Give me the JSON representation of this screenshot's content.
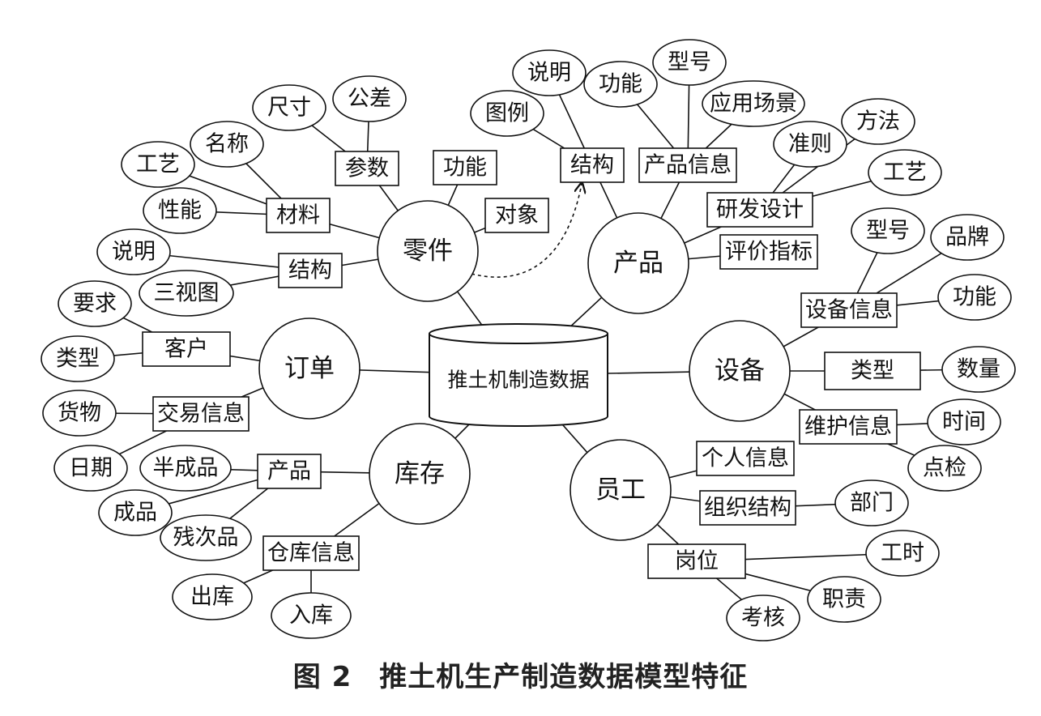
{
  "caption": {
    "figure_number": "图 2",
    "title": "推土机生产制造数据模型特征"
  },
  "nodes": [
    {
      "id": "center",
      "label": "推土机制造数据",
      "shape": "cylinder"
    },
    {
      "id": "c_part",
      "label": "零件",
      "shape": "circle"
    },
    {
      "id": "c_product",
      "label": "产品",
      "shape": "circle"
    },
    {
      "id": "c_order",
      "label": "订单",
      "shape": "circle"
    },
    {
      "id": "c_equip",
      "label": "设备",
      "shape": "circle"
    },
    {
      "id": "c_stock",
      "label": "库存",
      "shape": "circle"
    },
    {
      "id": "c_staff",
      "label": "员工",
      "shape": "circle"
    },
    {
      "id": "r_param",
      "label": "参数",
      "shape": "rect"
    },
    {
      "id": "r_part_func",
      "label": "功能",
      "shape": "rect"
    },
    {
      "id": "r_object",
      "label": "对象",
      "shape": "rect"
    },
    {
      "id": "r_material",
      "label": "材料",
      "shape": "rect"
    },
    {
      "id": "r_part_struct",
      "label": "结构",
      "shape": "rect"
    },
    {
      "id": "e_tolerance",
      "label": "公差",
      "shape": "ellipse"
    },
    {
      "id": "e_size",
      "label": "尺寸",
      "shape": "ellipse"
    },
    {
      "id": "e_name",
      "label": "名称",
      "shape": "ellipse"
    },
    {
      "id": "e_craft_l",
      "label": "工艺",
      "shape": "ellipse"
    },
    {
      "id": "e_perf",
      "label": "性能",
      "shape": "ellipse"
    },
    {
      "id": "e_desc_l",
      "label": "说明",
      "shape": "ellipse"
    },
    {
      "id": "e_3view",
      "label": "三视图",
      "shape": "ellipse"
    },
    {
      "id": "r_prod_struct",
      "label": "结构",
      "shape": "rect"
    },
    {
      "id": "r_prod_info",
      "label": "产品信息",
      "shape": "rect"
    },
    {
      "id": "r_rd",
      "label": "研发设计",
      "shape": "rect"
    },
    {
      "id": "r_eval",
      "label": "评价指标",
      "shape": "rect"
    },
    {
      "id": "e_desc_t",
      "label": "说明",
      "shape": "ellipse"
    },
    {
      "id": "e_legend",
      "label": "图例",
      "shape": "ellipse"
    },
    {
      "id": "e_func_t",
      "label": "功能",
      "shape": "ellipse"
    },
    {
      "id": "e_model_t",
      "label": "型号",
      "shape": "ellipse"
    },
    {
      "id": "e_scene",
      "label": "应用场景",
      "shape": "ellipse"
    },
    {
      "id": "e_rule",
      "label": "准则",
      "shape": "ellipse"
    },
    {
      "id": "e_method",
      "label": "方法",
      "shape": "ellipse"
    },
    {
      "id": "e_craft_r",
      "label": "工艺",
      "shape": "ellipse"
    },
    {
      "id": "r_customer",
      "label": "客户",
      "shape": "rect"
    },
    {
      "id": "r_trade",
      "label": "交易信息",
      "shape": "rect"
    },
    {
      "id": "e_require",
      "label": "要求",
      "shape": "ellipse"
    },
    {
      "id": "e_type_l",
      "label": "类型",
      "shape": "ellipse"
    },
    {
      "id": "e_goods",
      "label": "货物",
      "shape": "ellipse"
    },
    {
      "id": "e_date",
      "label": "日期",
      "shape": "ellipse"
    },
    {
      "id": "r_equip_info",
      "label": "设备信息",
      "shape": "rect"
    },
    {
      "id": "r_type_r",
      "label": "类型",
      "shape": "rect"
    },
    {
      "id": "r_maint",
      "label": "维护信息",
      "shape": "rect"
    },
    {
      "id": "e_model_r",
      "label": "型号",
      "shape": "ellipse"
    },
    {
      "id": "e_brand",
      "label": "品牌",
      "shape": "ellipse"
    },
    {
      "id": "e_func_r",
      "label": "功能",
      "shape": "ellipse"
    },
    {
      "id": "e_qty",
      "label": "数量",
      "shape": "ellipse"
    },
    {
      "id": "e_time",
      "label": "时间",
      "shape": "ellipse"
    },
    {
      "id": "e_inspect",
      "label": "点检",
      "shape": "ellipse"
    },
    {
      "id": "r_stock_prod",
      "label": "产品",
      "shape": "rect"
    },
    {
      "id": "r_warehouse",
      "label": "仓库信息",
      "shape": "rect"
    },
    {
      "id": "e_semi",
      "label": "半成品",
      "shape": "ellipse"
    },
    {
      "id": "e_finished",
      "label": "成品",
      "shape": "ellipse"
    },
    {
      "id": "e_defect",
      "label": "残次品",
      "shape": "ellipse"
    },
    {
      "id": "e_out",
      "label": "出库",
      "shape": "ellipse"
    },
    {
      "id": "e_in",
      "label": "入库",
      "shape": "ellipse"
    },
    {
      "id": "r_personal",
      "label": "个人信息",
      "shape": "rect"
    },
    {
      "id": "r_org",
      "label": "组织结构",
      "shape": "rect"
    },
    {
      "id": "r_post",
      "label": "岗位",
      "shape": "rect"
    },
    {
      "id": "e_dept",
      "label": "部门",
      "shape": "ellipse"
    },
    {
      "id": "e_hours",
      "label": "工时",
      "shape": "ellipse"
    },
    {
      "id": "e_duty",
      "label": "职责",
      "shape": "ellipse"
    },
    {
      "id": "e_assess",
      "label": "考核",
      "shape": "ellipse"
    }
  ],
  "edges": [
    [
      "center",
      "c_part"
    ],
    [
      "center",
      "c_product"
    ],
    [
      "center",
      "c_order"
    ],
    [
      "center",
      "c_equip"
    ],
    [
      "center",
      "c_stock"
    ],
    [
      "center",
      "c_staff"
    ],
    [
      "c_part",
      "r_param"
    ],
    [
      "c_part",
      "r_part_func"
    ],
    [
      "c_part",
      "r_object"
    ],
    [
      "c_part",
      "r_material"
    ],
    [
      "c_part",
      "r_part_struct"
    ],
    [
      "r_param",
      "e_tolerance"
    ],
    [
      "r_param",
      "e_size"
    ],
    [
      "r_material",
      "e_name"
    ],
    [
      "r_material",
      "e_craft_l"
    ],
    [
      "r_material",
      "e_perf"
    ],
    [
      "r_part_struct",
      "e_desc_l"
    ],
    [
      "r_part_struct",
      "e_3view"
    ],
    [
      "c_product",
      "r_prod_struct"
    ],
    [
      "c_product",
      "r_prod_info"
    ],
    [
      "c_product",
      "r_rd"
    ],
    [
      "c_product",
      "r_eval"
    ],
    [
      "r_prod_struct",
      "e_desc_t"
    ],
    [
      "r_prod_struct",
      "e_legend"
    ],
    [
      "r_prod_info",
      "e_func_t"
    ],
    [
      "r_prod_info",
      "e_model_t"
    ],
    [
      "r_prod_info",
      "e_scene"
    ],
    [
      "r_rd",
      "e_rule"
    ],
    [
      "r_rd",
      "e_method"
    ],
    [
      "r_rd",
      "e_craft_r"
    ],
    [
      "c_order",
      "r_customer"
    ],
    [
      "c_order",
      "r_trade"
    ],
    [
      "r_customer",
      "e_require"
    ],
    [
      "r_customer",
      "e_type_l"
    ],
    [
      "r_trade",
      "e_goods"
    ],
    [
      "r_trade",
      "e_date"
    ],
    [
      "c_equip",
      "r_equip_info"
    ],
    [
      "c_equip",
      "r_type_r"
    ],
    [
      "c_equip",
      "r_maint"
    ],
    [
      "r_equip_info",
      "e_model_r"
    ],
    [
      "r_equip_info",
      "e_brand"
    ],
    [
      "r_equip_info",
      "e_func_r"
    ],
    [
      "r_type_r",
      "e_qty"
    ],
    [
      "r_maint",
      "e_time"
    ],
    [
      "r_maint",
      "e_inspect"
    ],
    [
      "c_stock",
      "r_stock_prod"
    ],
    [
      "c_stock",
      "r_warehouse"
    ],
    [
      "r_stock_prod",
      "e_semi"
    ],
    [
      "r_stock_prod",
      "e_finished"
    ],
    [
      "r_stock_prod",
      "e_defect"
    ],
    [
      "r_warehouse",
      "e_out"
    ],
    [
      "r_warehouse",
      "e_in"
    ],
    [
      "c_staff",
      "r_personal"
    ],
    [
      "c_staff",
      "r_org"
    ],
    [
      "c_staff",
      "r_post"
    ],
    [
      "r_org",
      "e_dept"
    ],
    [
      "r_post",
      "e_hours"
    ],
    [
      "r_post",
      "e_duty"
    ],
    [
      "r_post",
      "e_assess"
    ]
  ],
  "dashed_arrows": [
    [
      "c_part",
      "r_prod_struct"
    ]
  ]
}
